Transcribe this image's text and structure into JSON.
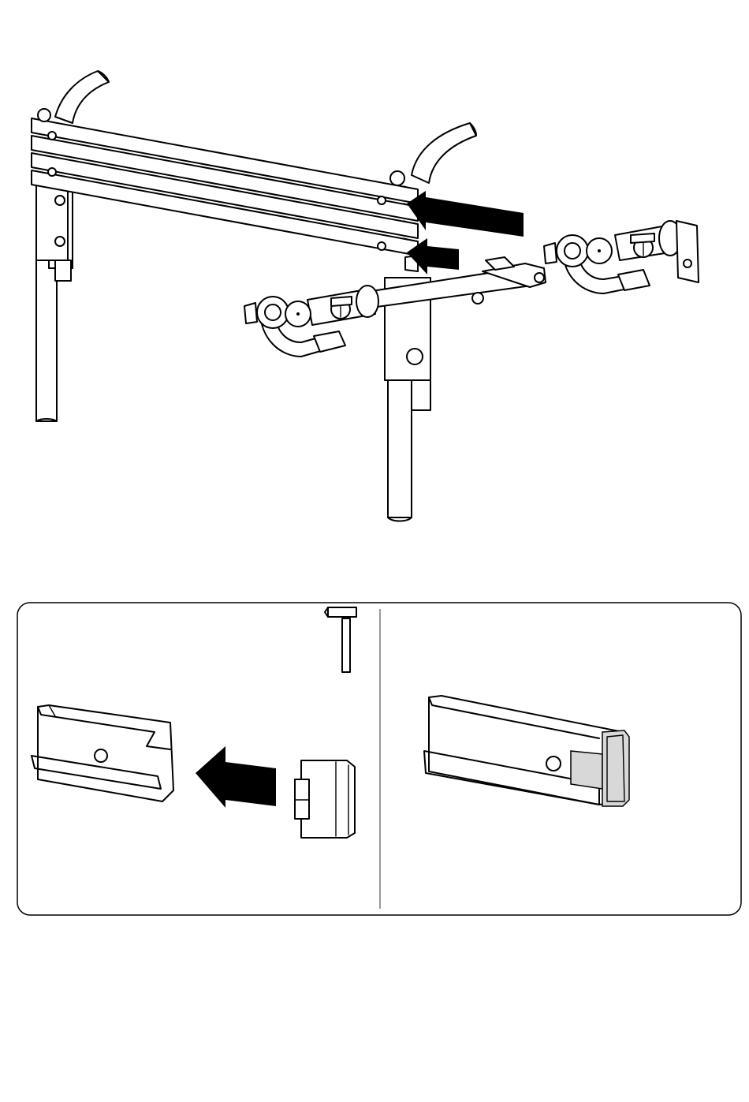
{
  "illustration": {
    "main": {
      "arrow_count": 2,
      "parts": [
        "rail-bracket",
        "wheel-clamp-left",
        "wheel-clamp-right",
        "support-arm",
        "frame-leg-left",
        "frame-leg-right"
      ]
    },
    "detail_panel": {
      "steps": [
        {
          "name": "insert-end-cap",
          "tool": "hammer-icon"
        },
        {
          "name": "end-cap-fitted"
        }
      ],
      "colors": {
        "outline": "#000000",
        "fill": "#ffffff",
        "cap_shading": "#d8d8d8"
      }
    }
  }
}
